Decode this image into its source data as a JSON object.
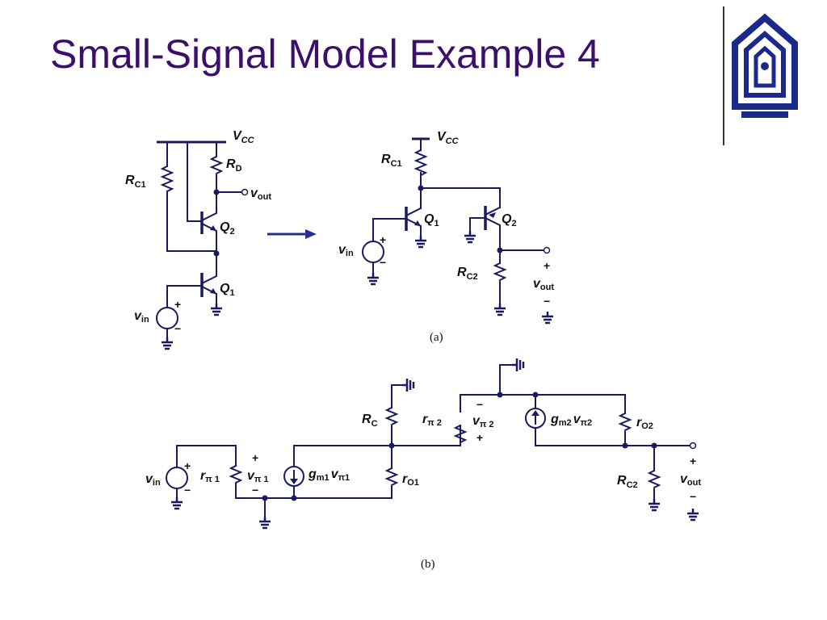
{
  "slide": {
    "title": "Small-Signal Model Example 4",
    "accent_color": "#3b0f6b",
    "wire_color": "#1a1a5e",
    "logo_icon": "university-emblem-icon"
  },
  "circuit_original": {
    "vcc": "V",
    "vcc_sub": "CC",
    "rd": "R",
    "rd_sub": "D",
    "rc1": "R",
    "rc1_sub": "C1",
    "vout": "v",
    "vout_sub": "out",
    "q2": "Q",
    "q2_sub": "2",
    "q1": "Q",
    "q1_sub": "1",
    "vin": "v",
    "vin_sub": "in",
    "plus": "+",
    "minus": "−"
  },
  "circuit_a": {
    "vcc": "V",
    "vcc_sub": "CC",
    "rc1": "R",
    "rc1_sub": "C1",
    "q1": "Q",
    "q1_sub": "1",
    "q2": "Q",
    "q2_sub": "2",
    "vin": "v",
    "vin_sub": "in",
    "rc2": "R",
    "rc2_sub": "C2",
    "vout": "v",
    "vout_sub": "out",
    "plus": "+",
    "minus": "−",
    "caption": "(a)"
  },
  "circuit_b": {
    "vin": "v",
    "vin_sub": "in",
    "rpi1": "r",
    "rpi1_sub": "π 1",
    "vpi1": "v",
    "vpi1_sub": "π 1",
    "gm1": "g",
    "gm1_sub": "m1",
    "gm1_v": "v",
    "gm1_vsub": "π1",
    "rc": "R",
    "rc_sub": "C",
    "ro1": "r",
    "ro1_sub": "O1",
    "rpi2": "r",
    "rpi2_sub": "π 2",
    "vpi2": "v",
    "vpi2_sub": "π 2",
    "gm2": "g",
    "gm2_sub": "m2",
    "gm2_v": "v",
    "gm2_vsub": "π2",
    "ro2": "r",
    "ro2_sub": "O2",
    "rc2": "R",
    "rc2_sub": "C2",
    "vout": "v",
    "vout_sub": "out",
    "plus": "+",
    "minus": "−",
    "caption": "(b)"
  }
}
